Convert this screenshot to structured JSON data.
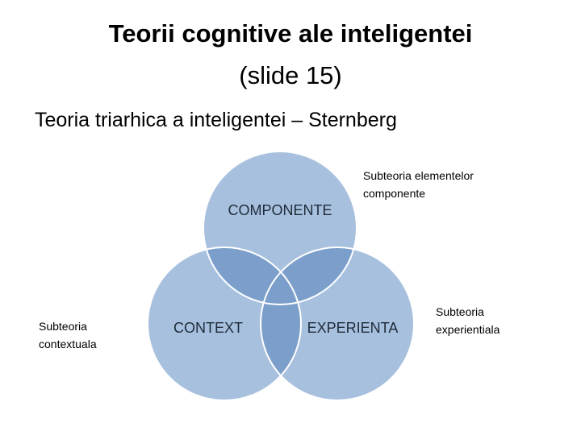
{
  "slide": {
    "title_line1": "Teorii cognitive ale inteligentei",
    "title_line2": "(slide 15)",
    "subtitle": "Teoria triarhica a inteligentei – Sternberg"
  },
  "diagram": {
    "circles": [
      {
        "id": "top",
        "label": "COMPONENTE"
      },
      {
        "id": "left",
        "label": "CONTEXT"
      },
      {
        "id": "right",
        "label": "EXPERIENTA"
      }
    ],
    "notes": {
      "top": [
        "Subteoria elementelor",
        "componente"
      ],
      "right": [
        "Subteoria",
        "experientiala"
      ],
      "left": [
        "Subteoria",
        "contextuala"
      ]
    },
    "colors": {
      "circle_fill": "#a7c0de",
      "overlap": "#7b9fca",
      "stroke": "#ffffff",
      "label": "#1f2b3a"
    }
  }
}
